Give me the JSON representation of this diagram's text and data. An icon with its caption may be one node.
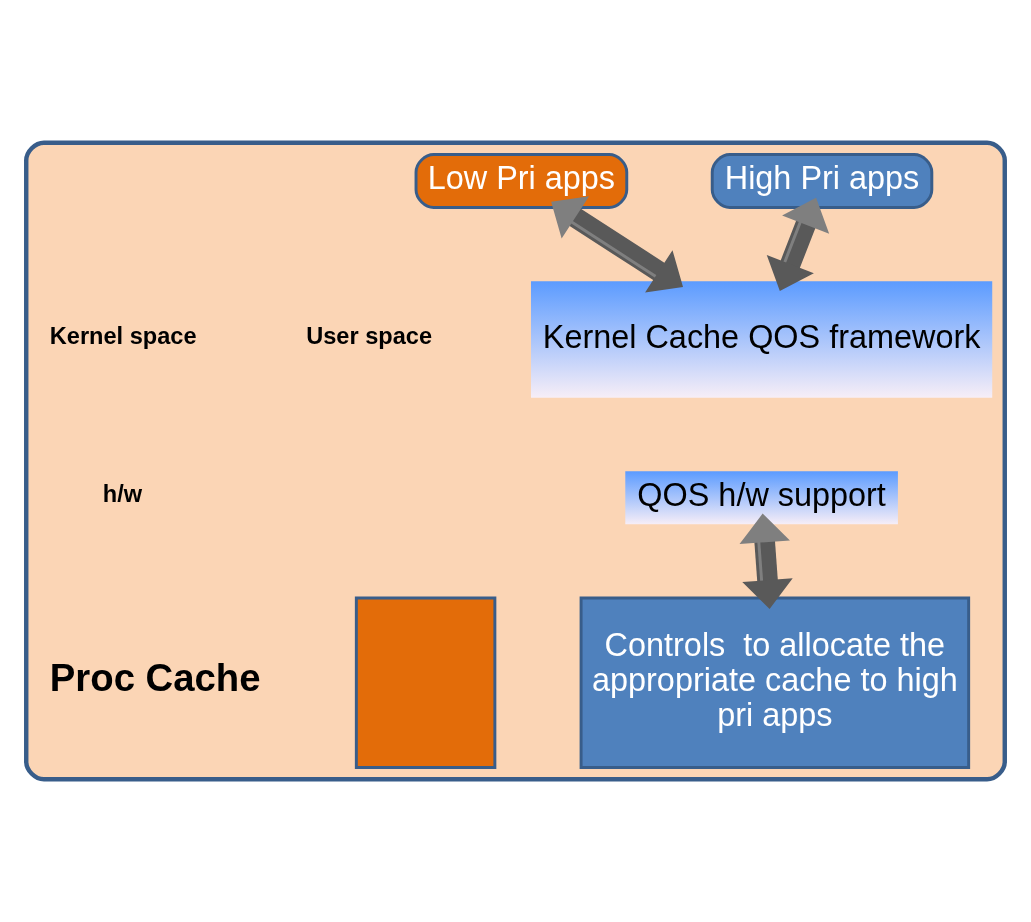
{
  "diagram": {
    "nodes": [
      {
        "text": [],
        "shape": "box"
      },
      {
        "text": [
          "High Pri apps"
        ],
        "in": 0
      },
      {
        "text": [
          "Low Pri apps"
        ],
        "in": 0
      },
      {
        "text": [
          "Kernel Cache QOS framework"
        ],
        "in": 0
      },
      {
        "text": [
          "QOS h/w support"
        ],
        "in": 0
      },
      {
        "text": [
          "Controls  to allocate the appropriate cache to high pri apps"
        ],
        "in": 0
      },
      {
        "text": [],
        "shape": "box",
        "in": 0
      }
    ],
    "edges": [
      {
        "from": 1,
        "to": 3,
        "arrow": "both"
      },
      {
        "from": 2,
        "to": 3,
        "arrow": "both"
      },
      {
        "from": 4,
        "to": 5,
        "arrow": "both"
      }
    ],
    "labels": [
      "User space",
      "Kernel space",
      "h/w",
      "Proc Cache"
    ]
  }
}
